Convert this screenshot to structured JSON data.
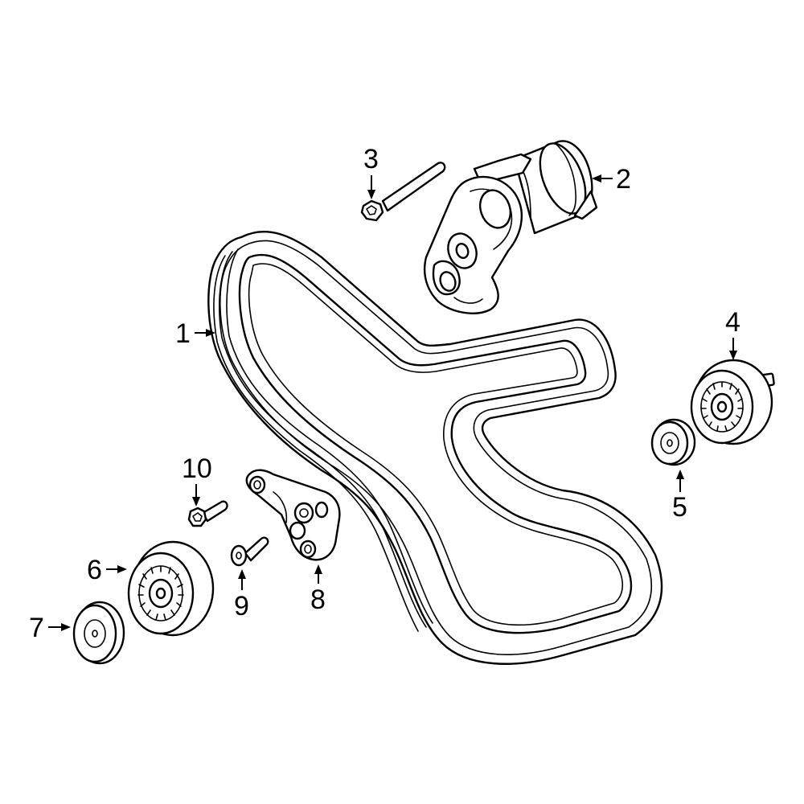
{
  "callouts": [
    {
      "id": "1",
      "part": "belt"
    },
    {
      "id": "2",
      "part": "tensioner"
    },
    {
      "id": "3",
      "part": "tensioner-bolt"
    },
    {
      "id": "4",
      "part": "idler-pulley-upper"
    },
    {
      "id": "5",
      "part": "pulley-cover-upper"
    },
    {
      "id": "6",
      "part": "idler-pulley-lower"
    },
    {
      "id": "7",
      "part": "pulley-cover-lower"
    },
    {
      "id": "8",
      "part": "bracket"
    },
    {
      "id": "9",
      "part": "bracket-bolt"
    },
    {
      "id": "10",
      "part": "pulley-bolt"
    }
  ]
}
